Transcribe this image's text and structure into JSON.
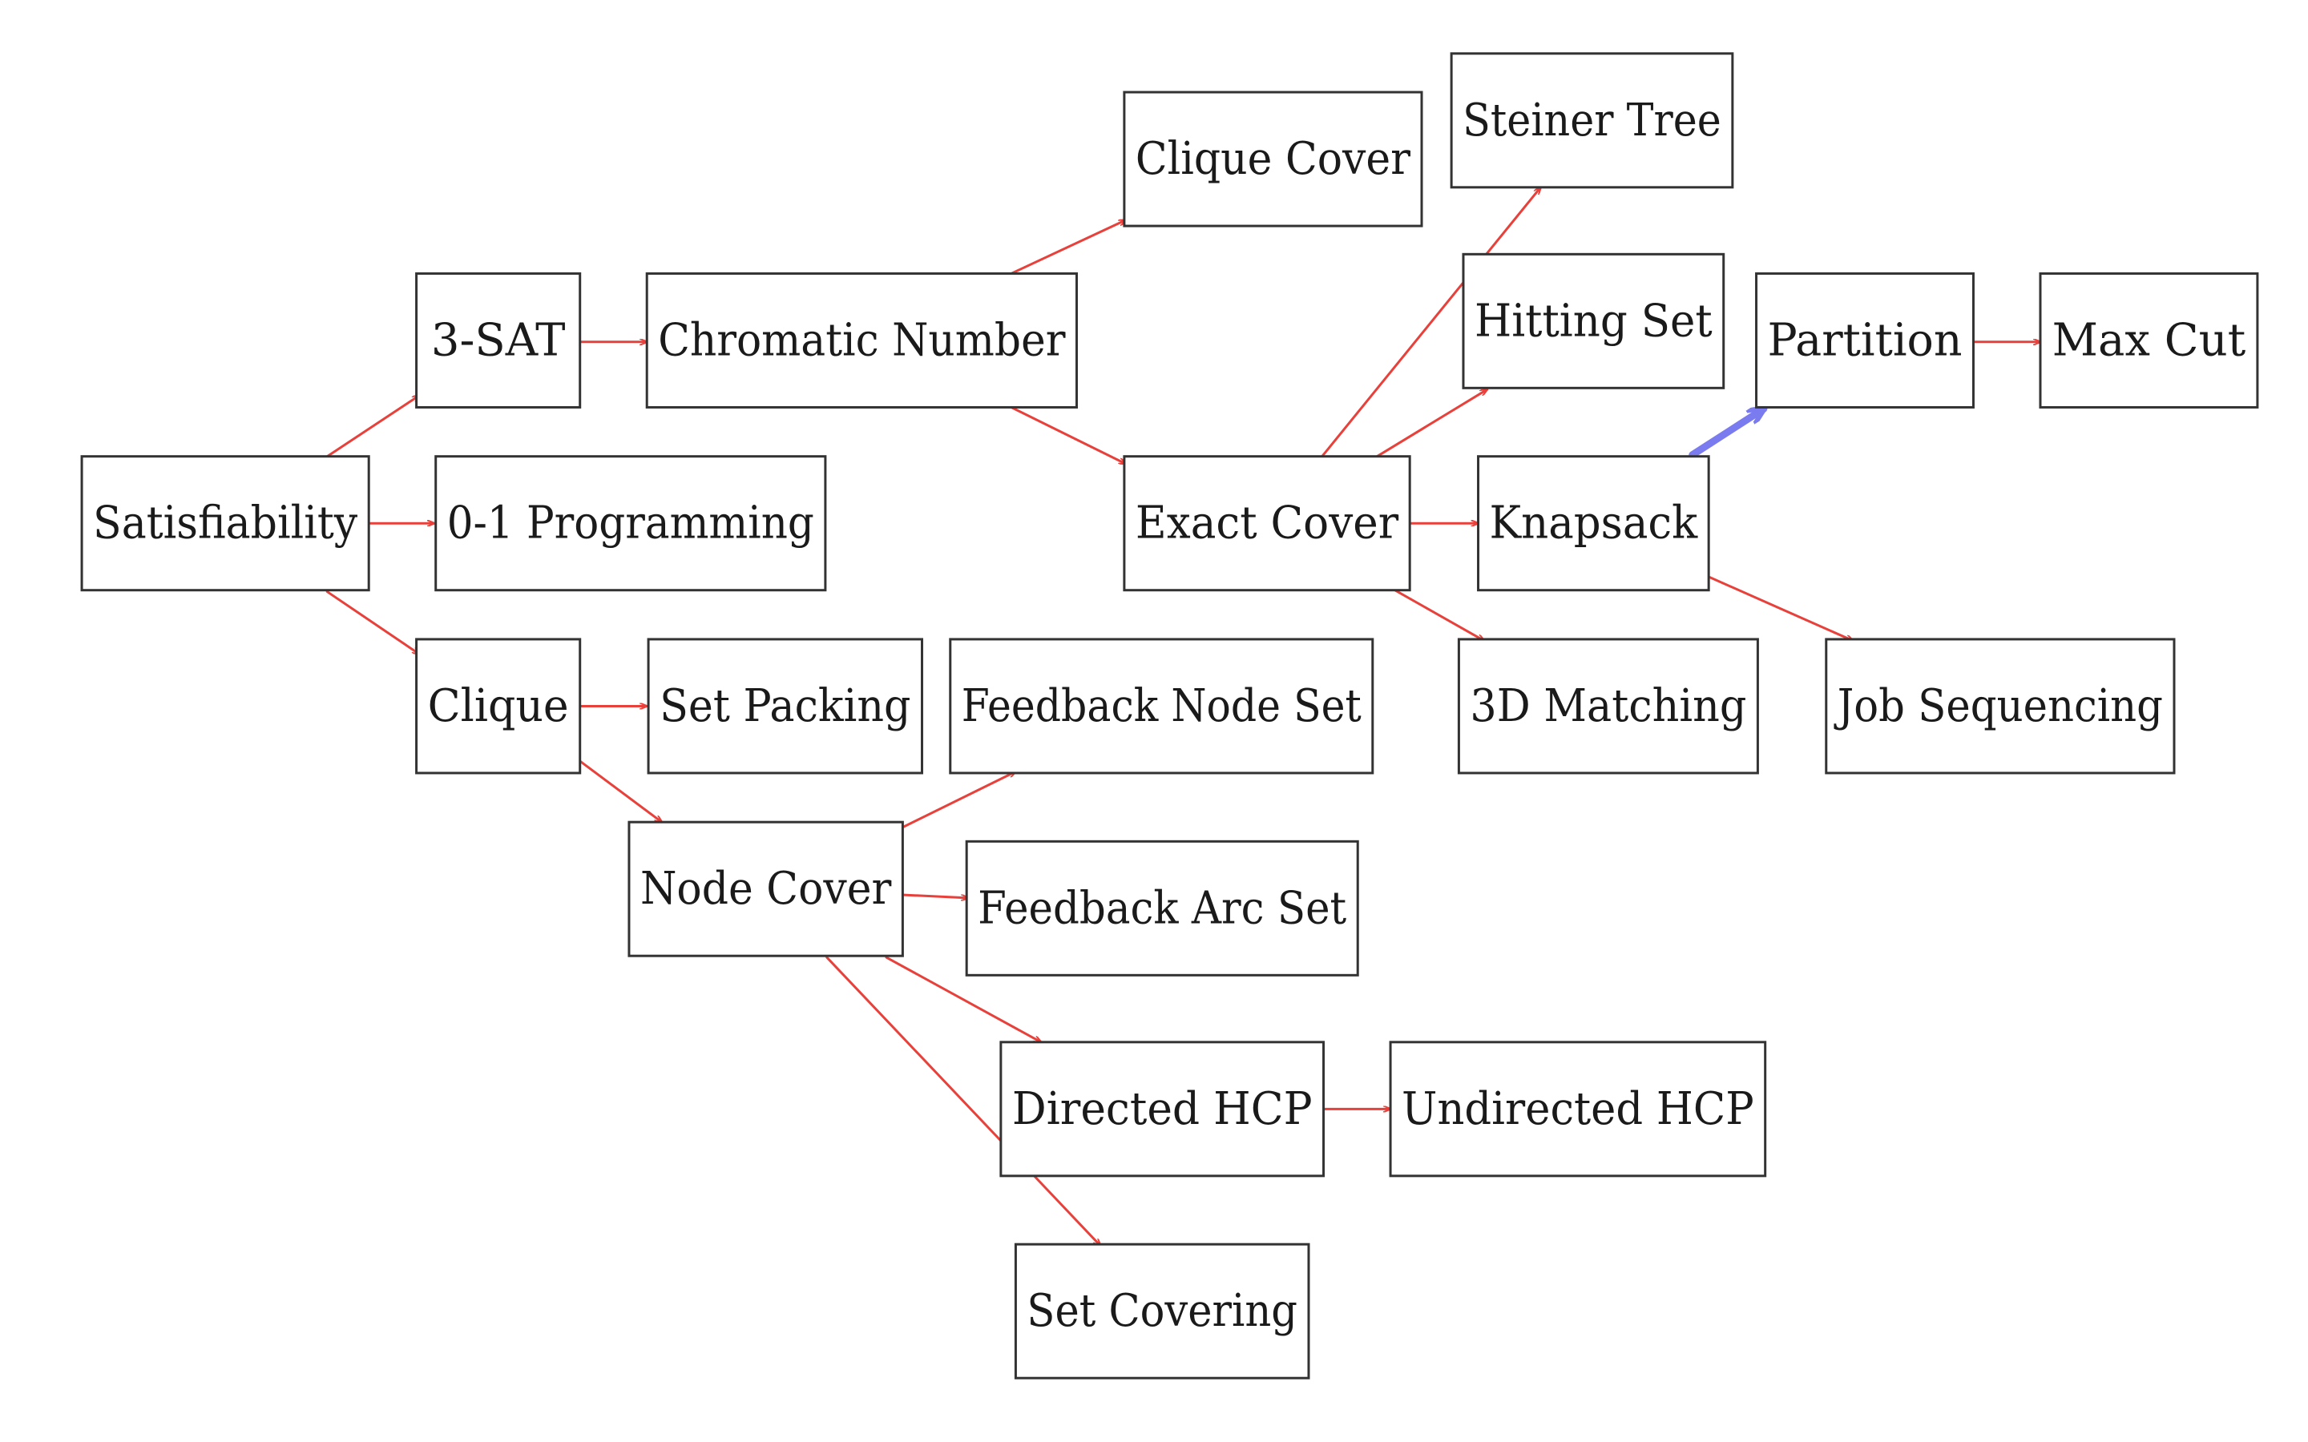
{
  "colors": {
    "background": "#ffffff",
    "box_border": "#333333",
    "text": "#1a1a1a",
    "edge": "#e8403a",
    "highlight_edge": "#7b7bf0"
  },
  "nodes": [
    {
      "id": "satisfiability",
      "label": "Satisfiability"
    },
    {
      "id": "3-sat",
      "label": "3-SAT"
    },
    {
      "id": "0-1-programming",
      "label": "0-1 Programming"
    },
    {
      "id": "clique",
      "label": "Clique"
    },
    {
      "id": "chromatic-number",
      "label": "Chromatic Number"
    },
    {
      "id": "set-packing",
      "label": "Set Packing"
    },
    {
      "id": "node-cover",
      "label": "Node Cover"
    },
    {
      "id": "clique-cover",
      "label": "Clique Cover"
    },
    {
      "id": "exact-cover",
      "label": "Exact Cover"
    },
    {
      "id": "feedback-node-set",
      "label": "Feedback Node Set"
    },
    {
      "id": "feedback-arc-set",
      "label": "Feedback Arc Set"
    },
    {
      "id": "directed-hcp",
      "label": "Directed HCP"
    },
    {
      "id": "set-covering",
      "label": "Set Covering"
    },
    {
      "id": "undirected-hcp",
      "label": "Undirected HCP"
    },
    {
      "id": "steiner-tree",
      "label": "Steiner Tree"
    },
    {
      "id": "hitting-set",
      "label": "Hitting Set"
    },
    {
      "id": "knapsack",
      "label": "Knapsack"
    },
    {
      "id": "3d-matching",
      "label": "3D Matching"
    },
    {
      "id": "partition",
      "label": "Partition"
    },
    {
      "id": "job-sequencing",
      "label": "Job Sequencing"
    },
    {
      "id": "max-cut",
      "label": "Max Cut"
    }
  ],
  "edges": [
    {
      "from": "satisfiability",
      "to": "3-sat"
    },
    {
      "from": "satisfiability",
      "to": "0-1-programming"
    },
    {
      "from": "satisfiability",
      "to": "clique"
    },
    {
      "from": "3-sat",
      "to": "chromatic-number"
    },
    {
      "from": "chromatic-number",
      "to": "clique-cover"
    },
    {
      "from": "chromatic-number",
      "to": "exact-cover"
    },
    {
      "from": "clique",
      "to": "set-packing"
    },
    {
      "from": "clique",
      "to": "node-cover"
    },
    {
      "from": "node-cover",
      "to": "feedback-node-set"
    },
    {
      "from": "node-cover",
      "to": "feedback-arc-set"
    },
    {
      "from": "node-cover",
      "to": "directed-hcp"
    },
    {
      "from": "node-cover",
      "to": "set-covering"
    },
    {
      "from": "directed-hcp",
      "to": "undirected-hcp"
    },
    {
      "from": "exact-cover",
      "to": "steiner-tree"
    },
    {
      "from": "exact-cover",
      "to": "hitting-set"
    },
    {
      "from": "exact-cover",
      "to": "knapsack"
    },
    {
      "from": "exact-cover",
      "to": "3d-matching"
    },
    {
      "from": "knapsack",
      "to": "partition",
      "highlight": true
    },
    {
      "from": "knapsack",
      "to": "job-sequencing"
    },
    {
      "from": "partition",
      "to": "max-cut"
    }
  ]
}
